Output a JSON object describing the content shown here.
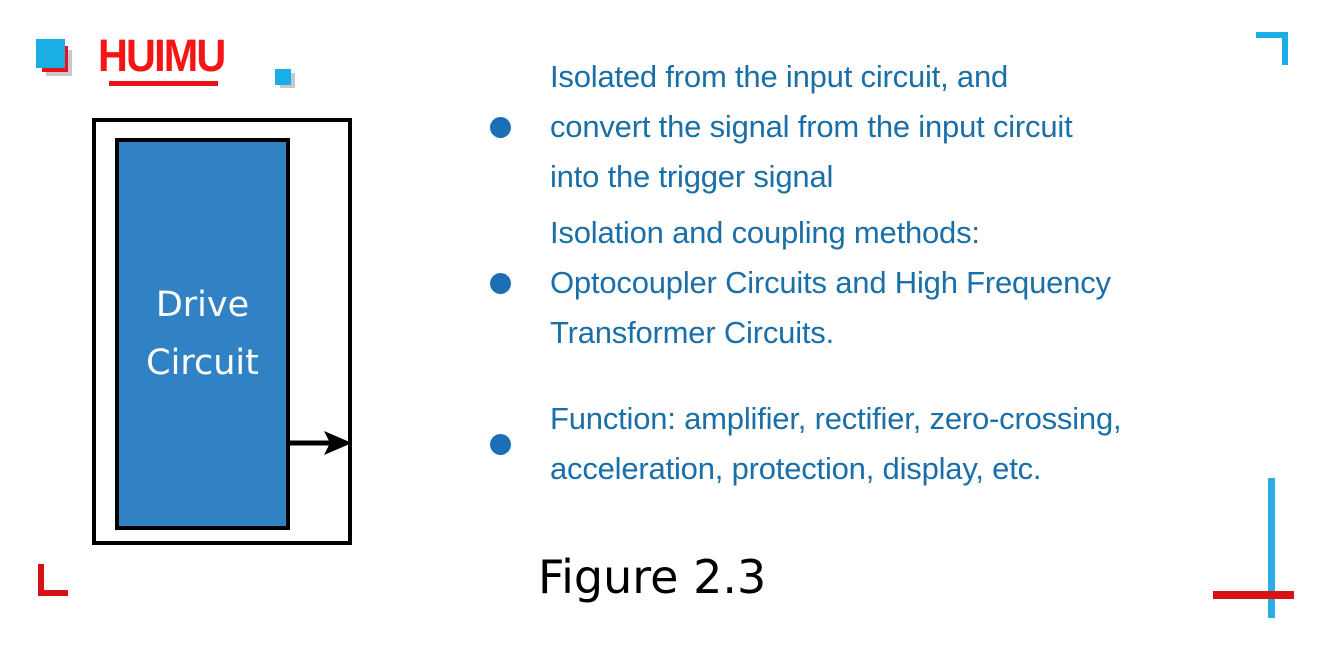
{
  "slide": {
    "caption": "Figure 2.3"
  },
  "brand": {
    "wordmark": "HUIMU",
    "logo_blue": "#1aaee5",
    "logo_red": "#e8121a",
    "logo_shadow": "#c8c8c8"
  },
  "diagram": {
    "block_label_line1": "Drive",
    "block_label_line2": "Circuit",
    "block_fill": "#3082c4",
    "block_text_color": "#ffffff",
    "border_color": "#000000",
    "arrow_direction": "right"
  },
  "bullets": [
    {
      "text": "Isolated from the input circuit, and\nconvert the signal from the input circuit\ninto the trigger signal"
    },
    {
      "text": "Isolation and coupling methods:\nOptocoupler Circuits and High Frequency\nTransformer Circuits."
    },
    {
      "text": "Function: amplifier, rectifier, zero-crossing,\nacceleration, protection, display, etc."
    }
  ],
  "style": {
    "bullet_color": "#1a6fb5",
    "text_color": "#1a6fa8"
  },
  "corner_marks": {
    "top_right_color": "#1aaee5",
    "bottom_left_color": "#d51317",
    "bottom_right_vertical_color": "#29ade4",
    "bottom_right_horizontal_color": "#d51317"
  }
}
